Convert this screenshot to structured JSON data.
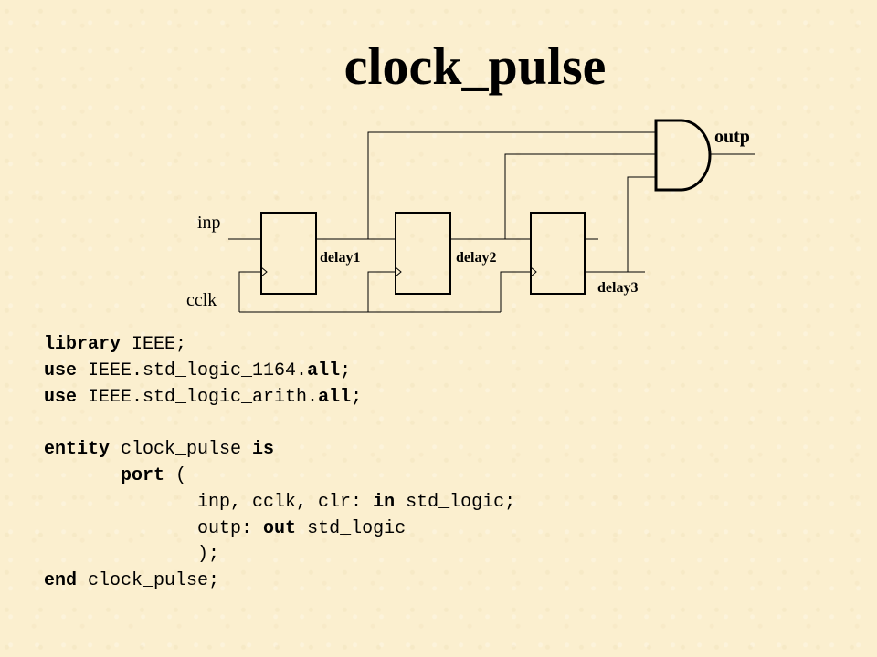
{
  "title": "clock_pulse",
  "diagram": {
    "labels": {
      "inp": "inp",
      "cclk": "cclk",
      "outp": "outp",
      "delay1": "delay1",
      "delay2": "delay2",
      "delay3": "delay3"
    }
  },
  "code": {
    "indent_1": "       ",
    "indent_2": "              ",
    "line1": {
      "kw": "library",
      "rest": " IEEE;"
    },
    "line2": {
      "kw1": "use",
      "mid": " IEEE.std_logic_1164.",
      "kw2": "all",
      "end": ";"
    },
    "line3": {
      "kw1": "use",
      "mid": " IEEE.std_logic_arith.",
      "kw2": "all",
      "end": ";"
    },
    "line5": {
      "kw1": "entity",
      "mid": " clock_pulse ",
      "kw2": "is"
    },
    "line6": {
      "kw": "port",
      "rest": " ("
    },
    "line7": {
      "pre": "inp, cclk, clr: ",
      "kw": "in",
      "post": " std_logic;"
    },
    "line8": {
      "pre": "outp: ",
      "kw": "out",
      "post": " std_logic"
    },
    "line9": {
      "text": ");"
    },
    "line10": {
      "kw": "end",
      "rest": " clock_pulse;"
    }
  }
}
